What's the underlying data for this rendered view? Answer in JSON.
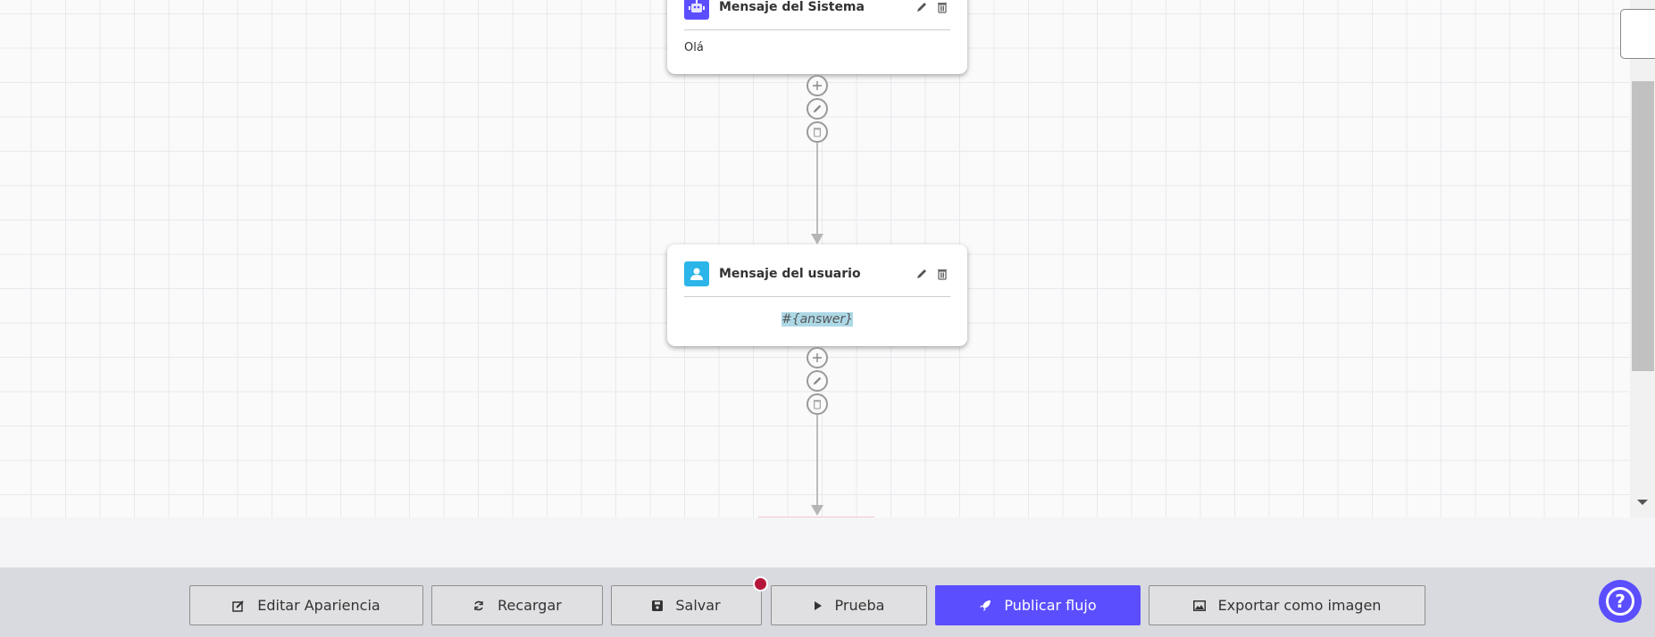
{
  "nodes": [
    {
      "title": "Mensaje del Sistema",
      "icon": "robot-icon",
      "icon_color": "#5b4eff",
      "body": "Olá"
    },
    {
      "title": "Mensaje del usuario",
      "icon": "user-icon",
      "icon_color": "#2cb5e8",
      "body": "#{answer}"
    }
  ],
  "toolbar": {
    "edit_appearance": "Editar Apariencia",
    "reload": "Recargar",
    "save": "Salvar",
    "test": "Prueba",
    "publish": "Publicar flujo",
    "export": "Exportar como imagen"
  },
  "colors": {
    "accent": "#5b4eff",
    "unsaved_dot": "#b5173a",
    "highlight": "#add8e6"
  }
}
